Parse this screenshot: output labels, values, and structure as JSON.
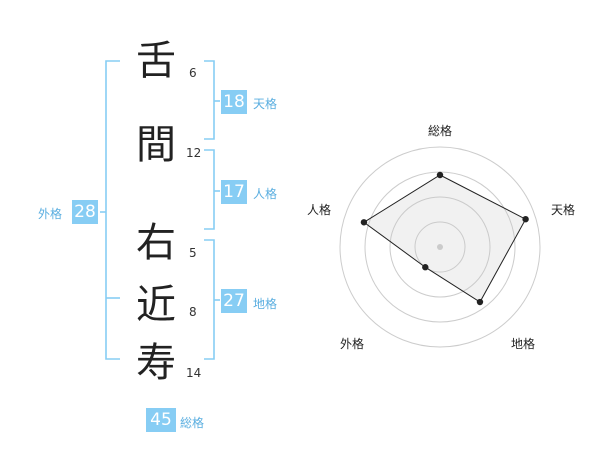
{
  "name": {
    "characters": [
      {
        "char": "舌",
        "strokes": "6"
      },
      {
        "char": "間",
        "strokes": "12"
      },
      {
        "char": "右",
        "strokes": "5"
      },
      {
        "char": "近",
        "strokes": "8"
      },
      {
        "char": "寿",
        "strokes": "14"
      }
    ]
  },
  "kakusu": {
    "tenkaku": {
      "value": "18",
      "label": "天格"
    },
    "jinkaku": {
      "value": "17",
      "label": "人格"
    },
    "chikaku": {
      "value": "27",
      "label": "地格"
    },
    "gaikaku": {
      "value": "28",
      "label": "外格"
    },
    "soukaku": {
      "value": "45",
      "label": "総格"
    }
  },
  "colors": {
    "accent": "#87cdf4",
    "bracket": "#87cdf4",
    "label": "#5aaee0"
  },
  "chart_data": {
    "type": "radar",
    "axes": [
      "総格",
      "天格",
      "地格",
      "外格",
      "人格"
    ],
    "values": [
      0.72,
      0.9,
      0.68,
      0.25,
      0.8
    ],
    "range": [
      0,
      1
    ],
    "rings": 4
  }
}
